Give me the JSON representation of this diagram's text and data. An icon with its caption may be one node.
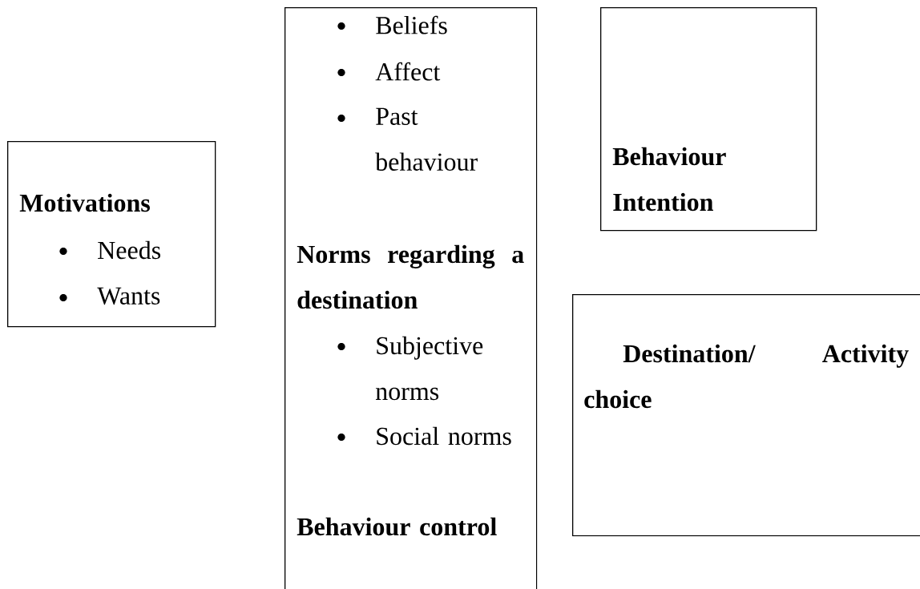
{
  "diagram": {
    "nodes": [
      {
        "text": [
          "Motivations",
          "Needs",
          "Wants"
        ]
      },
      {
        "text": [
          "Beliefs",
          "Affect",
          "Past behaviour",
          "Norms regarding a destination",
          "Subjective norms",
          "Social norms",
          "Behaviour control"
        ]
      },
      {
        "text": [
          "Behaviour Intention"
        ]
      },
      {
        "text": [
          "Destination/ Activity choice"
        ]
      }
    ]
  }
}
